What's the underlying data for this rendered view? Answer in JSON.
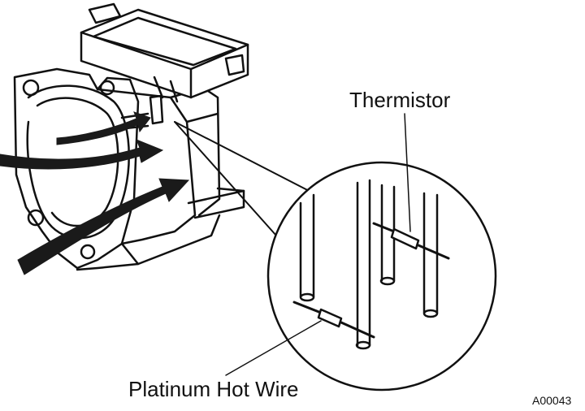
{
  "labels": {
    "thermistor": "Thermistor",
    "platinum_hot_wire": "Platinum Hot Wire",
    "figure_code": "A00043"
  },
  "colors": {
    "ink": "#111111",
    "background": "#ffffff",
    "arrow_fill": "#1a1a1a"
  },
  "icons": {
    "airflow": "airflow-arrow-icon"
  }
}
